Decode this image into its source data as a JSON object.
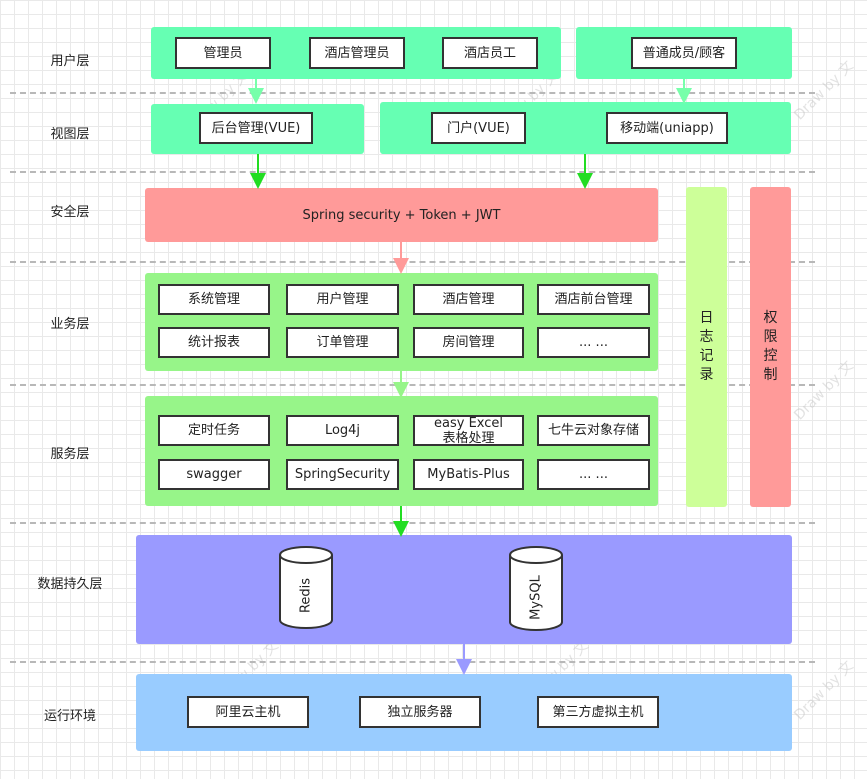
{
  "layers": {
    "user": "用户层",
    "view": "视图层",
    "security": "安全层",
    "business": "业务层",
    "service": "服务层",
    "persistence": "数据持久层",
    "runtime": "运行环境"
  },
  "user_layer": {
    "admin": "管理员",
    "hotel_admin": "酒店管理员",
    "hotel_staff": "酒店员工",
    "guest": "普通成员/顾客"
  },
  "view_layer": {
    "backend": "后台管理(VUE)",
    "portal": "门户(VUE)",
    "mobile": "移动端(uniapp)"
  },
  "security_layer": {
    "banner": "Spring security + Token + JWT"
  },
  "side_panels": {
    "logging": [
      "日",
      "志",
      "记",
      "录"
    ],
    "permission": [
      "权",
      "限",
      "控",
      "制"
    ]
  },
  "business_layer": {
    "items": [
      "系统管理",
      "用户管理",
      "酒店管理",
      "酒店前台管理",
      "统计报表",
      "订单管理",
      "房间管理",
      "... ..."
    ]
  },
  "service_layer": {
    "items": [
      "定时任务",
      "Log4j",
      "easy Excel\n表格处理",
      "七牛云对象存储",
      "swagger",
      "SpringSecurity",
      "MyBatis-Plus",
      "... ..."
    ]
  },
  "persistence_layer": {
    "redis": "Redis",
    "mysql": "MySQL"
  },
  "runtime_layer": {
    "aliyun": "阿里云主机",
    "dedicated": "独立服务器",
    "vps": "第三方虚拟主机"
  },
  "watermark": "Draw by 文",
  "colors": {
    "user_view_band": "#66ffb3",
    "security_band": "#ff9a99",
    "business_service_band": "#97f589",
    "persistence_band": "#9a9aff",
    "runtime_band": "#99ccff",
    "logging_band": "#cdff99",
    "permission_band": "#ff9a99",
    "arrow_green": "#22dd22",
    "arrow_teal": "#77ffaa",
    "arrow_pink": "#ff9a99",
    "arrow_purple": "#9a9aff"
  }
}
